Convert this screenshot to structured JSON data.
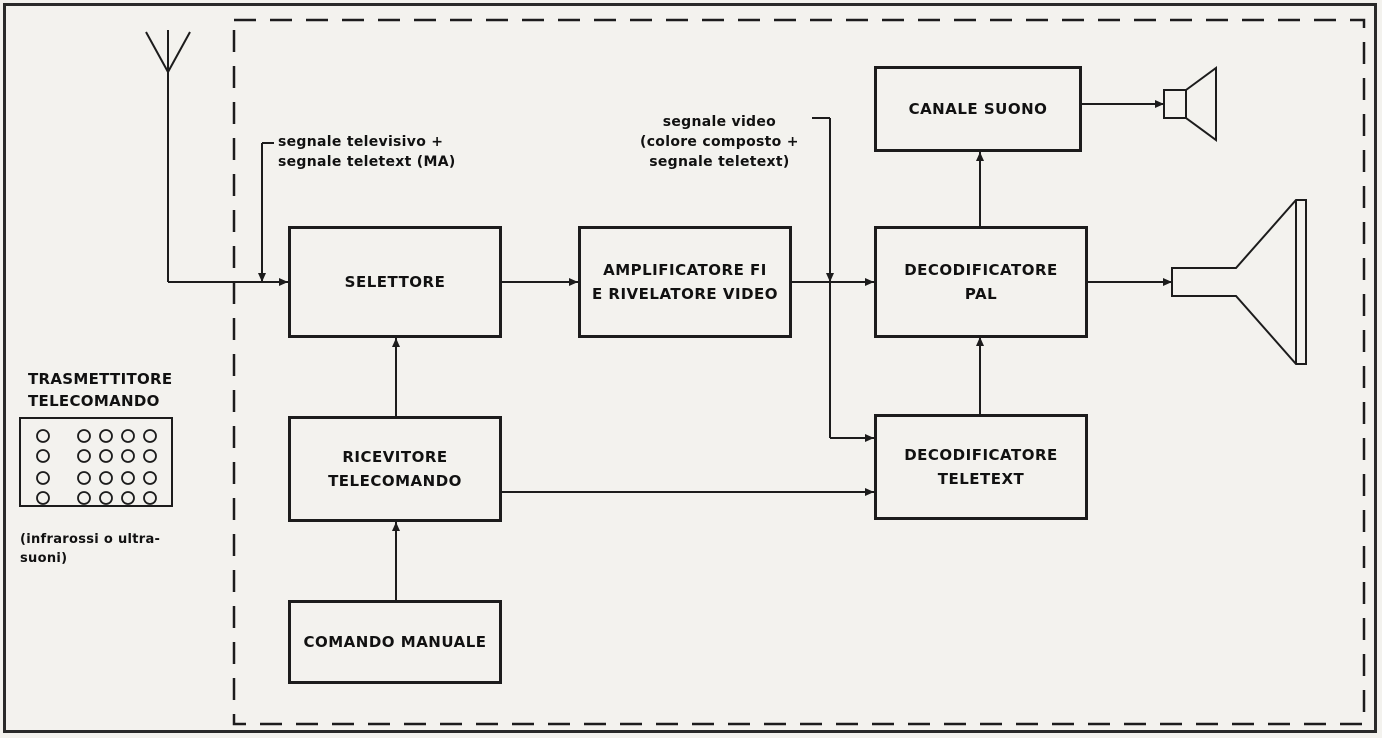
{
  "blocks": {
    "selettore": "SELETTORE",
    "amplificatore": "AMPLIFICATORE FI\nE RIVELATORE VIDEO",
    "canale_suono": "CANALE SUONO",
    "decodificatore_pal": "DECODIFICATORE\nPAL",
    "ricevitore": "RICEVITORE\nTELECOMANDO",
    "decodificatore_teletext": "DECODIFICATORE\nTELETEXT",
    "comando_manuale": "COMANDO MANUALE"
  },
  "labels": {
    "antenna_signal": "segnale televisivo +\nsegnale teletext (MA)",
    "video_signal": "segnale video\n(colore composto +\nsegnale teletext)",
    "transmitter_title": "TRASMETTITORE\nTELECOMANDO",
    "transmitter_note": "(infrarossi o ultra-\nsuoni)"
  }
}
